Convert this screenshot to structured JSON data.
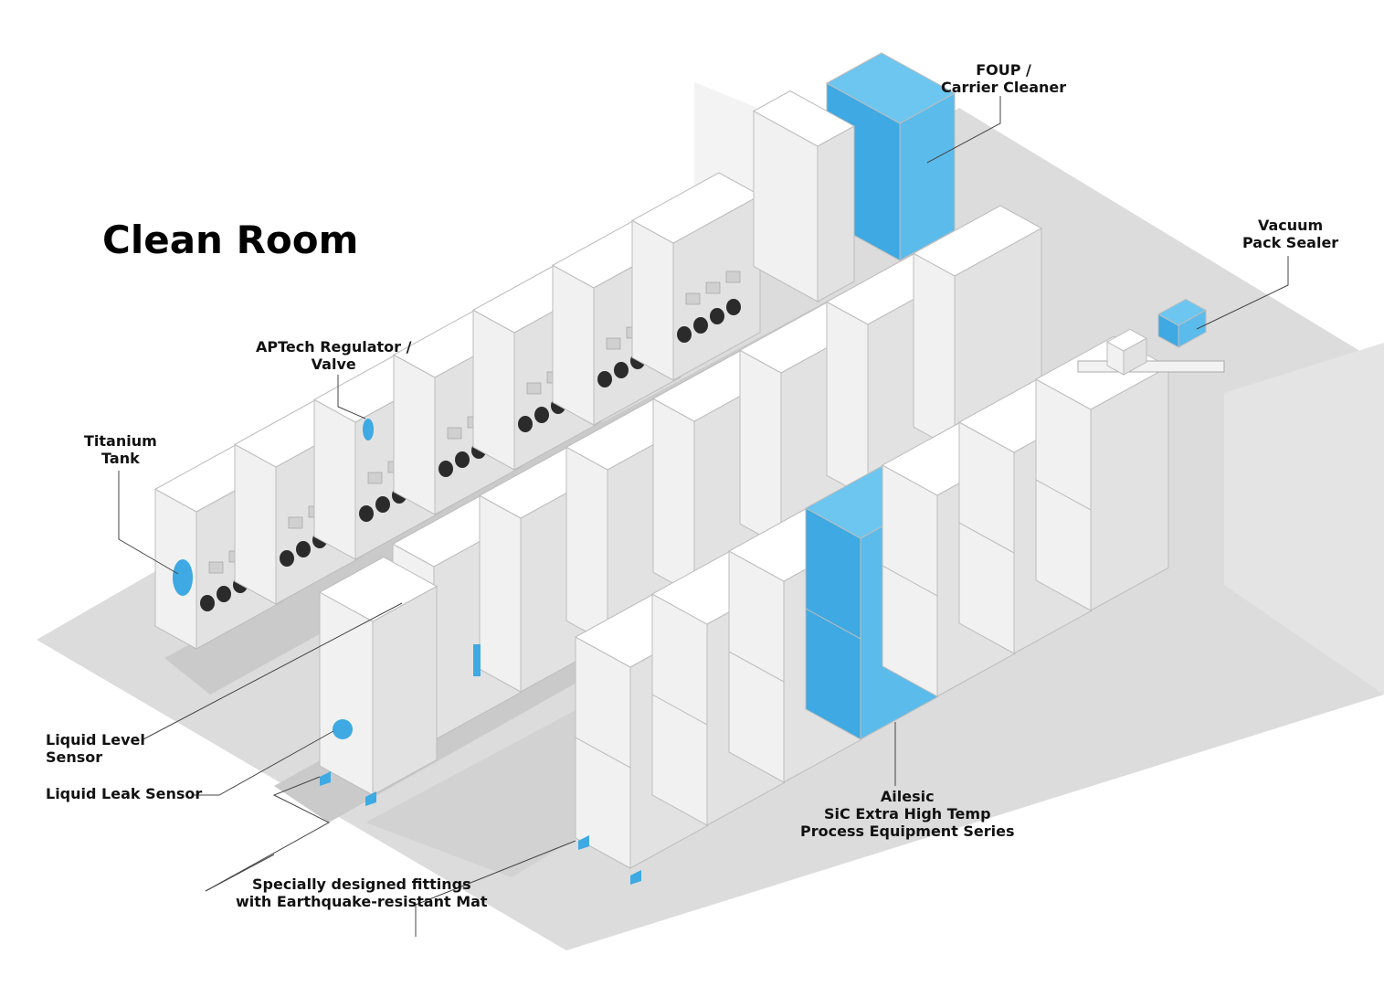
{
  "title": "Clean Room",
  "colors": {
    "floor": "#d9d9d9",
    "aisle": "#c8c8c8",
    "wall": "#ececec",
    "machine_top": "#ffffff",
    "machine_left": "#f1f1f1",
    "machine_right": "#e2e2e2",
    "highlight": "#3ea9e2",
    "highlight_light": "#5bbbeb",
    "panel_dark": "#2b2b2b",
    "leader": "#444444"
  },
  "labels": {
    "foup": [
      "FOUP /",
      "Carrier Cleaner"
    ],
    "vacuum": [
      "Vacuum",
      "Pack Sealer"
    ],
    "aptech": [
      "APTech Regulator /",
      "Valve"
    ],
    "titanium": [
      "Titanium",
      "Tank"
    ],
    "liquid_level": [
      "Liquid Level",
      "Sensor"
    ],
    "liquid_leak": [
      "Liquid Leak Sensor"
    ],
    "fittings": [
      "Specially designed fittings",
      "with Earthquake-resistant Mat"
    ],
    "ailesic": [
      "Ailesic",
      "SiC Extra High Temp",
      "Process Equipment Series"
    ]
  }
}
